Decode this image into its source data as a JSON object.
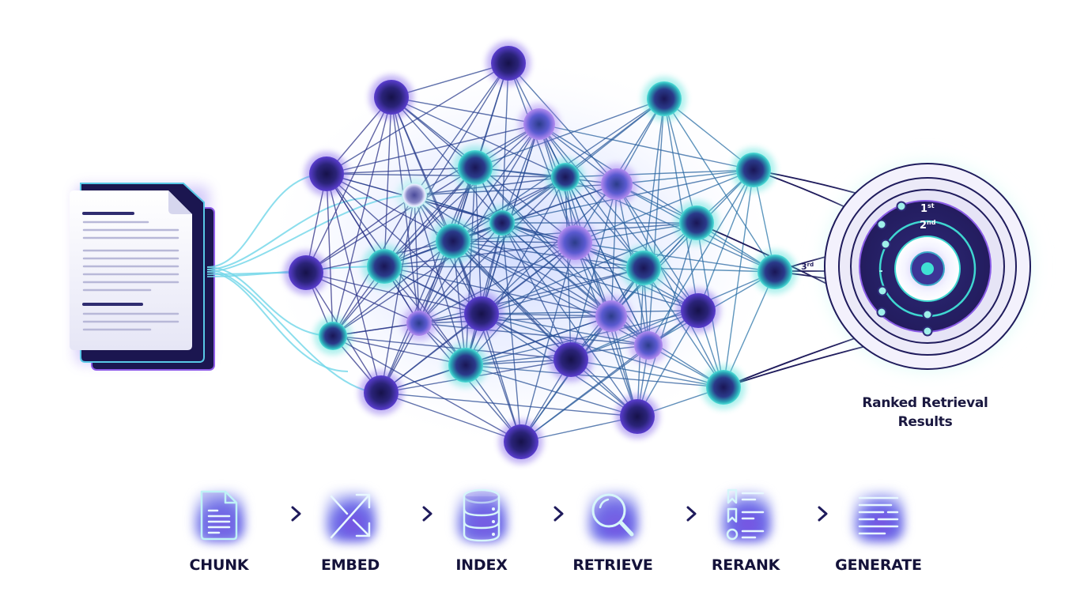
{
  "diagram": {
    "title": "RAG retrieval pipeline",
    "results_label_line1": "Ranked Retrieval",
    "results_label_line2": "Results",
    "ranks": [
      {
        "label": "1",
        "suffix": "st"
      },
      {
        "label": "2",
        "suffix": "nd"
      },
      {
        "label": "3",
        "suffix": "rd"
      }
    ],
    "pipeline": [
      {
        "label": "CHUNK",
        "icon": "document-icon"
      },
      {
        "label": "EMBED",
        "icon": "shuffle-icon"
      },
      {
        "label": "INDEX",
        "icon": "database-icon"
      },
      {
        "label": "RETRIEVE",
        "icon": "search-icon"
      },
      {
        "label": "RERANK",
        "icon": "ranked-list-icon"
      },
      {
        "label": "GENERATE",
        "icon": "text-lines-icon"
      }
    ],
    "colors": {
      "navy": "#1f1b5c",
      "purple": "#7b4fe0",
      "teal": "#3fd6d0",
      "line": "#2c3590",
      "text": "#14123a"
    }
  }
}
